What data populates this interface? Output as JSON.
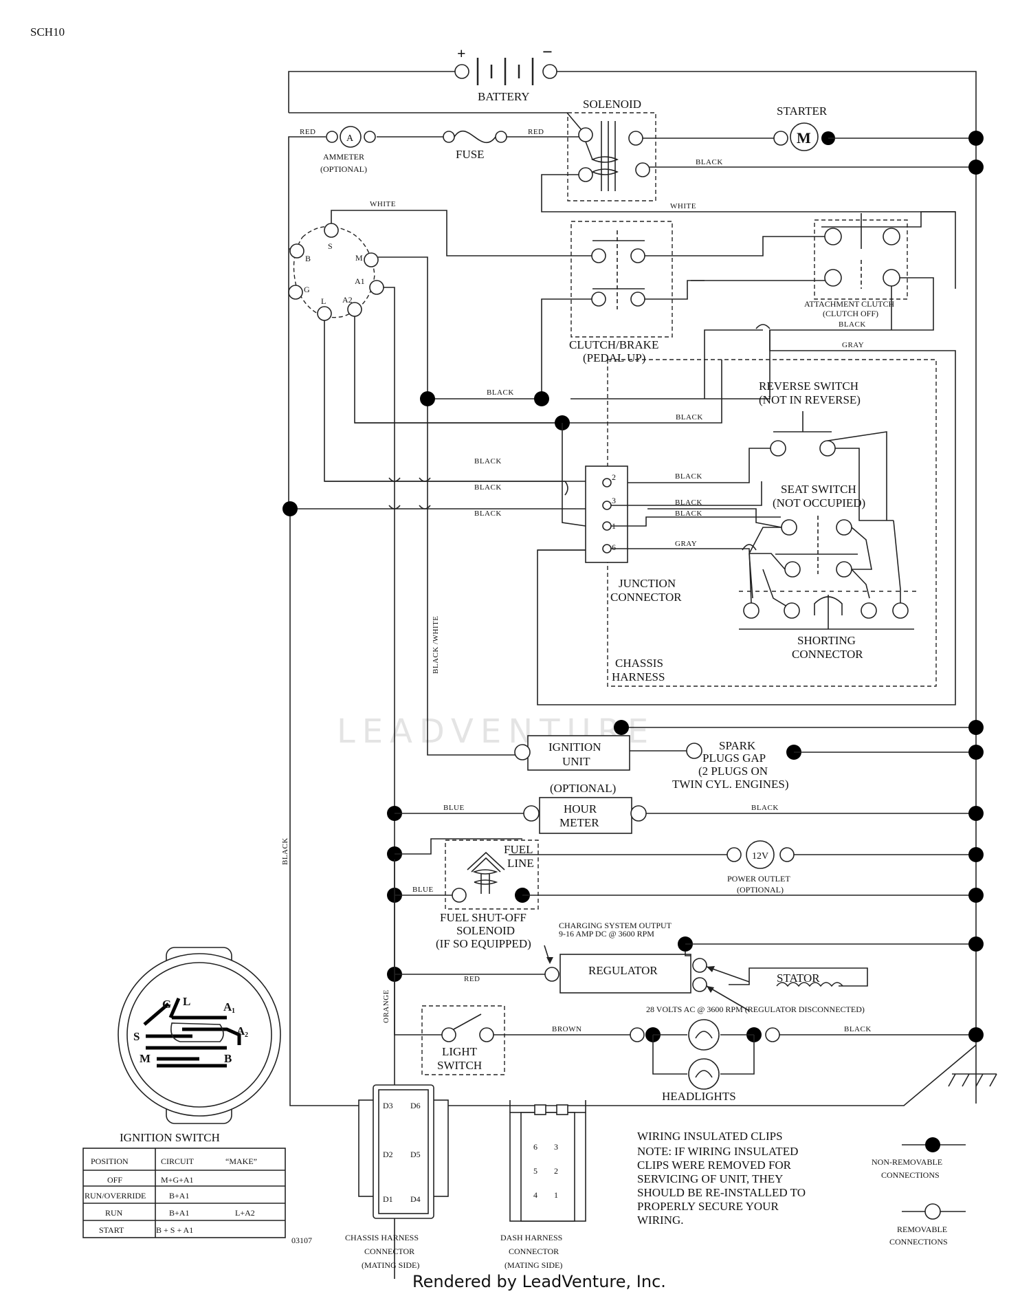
{
  "page_code": "SCH10",
  "components": {
    "battery": "BATTERY",
    "battery_plus": "+",
    "battery_minus": "−",
    "solenoid": "SOLENOID",
    "starter": "STARTER",
    "starter_symbol": "M",
    "ammeter_l1": "AMMETER",
    "ammeter_l2": "(OPTIONAL)",
    "ammeter_symbol": "A",
    "fuse": "FUSE",
    "attach_l1": "ATTACHMENT CLUTCH",
    "attach_l2": "(CLUTCH OFF)",
    "clutch_l1": "CLUTCH/BRAKE",
    "clutch_l2": "(PEDAL UP)",
    "reverse_l1": "REVERSE SWITCH",
    "reverse_l2": "(NOT IN REVERSE)",
    "seat_l1": "SEAT SWITCH",
    "seat_l2": "(NOT OCCUPIED)",
    "junction_l1": "JUNCTION",
    "junction_l2": "CONNECTOR",
    "shorting_l1": "SHORTING",
    "shorting_l2": "CONNECTOR",
    "chassis_l1": "CHASSIS",
    "chassis_l2": "HARNESS",
    "ignition_l1": "IGNITION",
    "ignition_l2": "UNIT",
    "spark_l1": "SPARK",
    "spark_l2": "PLUGS GAP",
    "spark_l3": "(2 PLUGS ON",
    "spark_l4": "TWIN CYL. ENGINES)",
    "hour_opt": "(OPTIONAL)",
    "hour_l1": "HOUR",
    "hour_l2": "METER",
    "fuel_line_l1": "FUEL",
    "fuel_line_l2": "LINE",
    "outlet_symbol": "12V",
    "outlet_l1": "POWER OUTLET",
    "outlet_l2": "(OPTIONAL)",
    "fuel_sol_l1": "FUEL SHUT-OFF",
    "fuel_sol_l2": "SOLENOID",
    "fuel_sol_l3": "(IF SO EQUIPPED)",
    "charging_l1": "CHARGING SYSTEM OUTPUT",
    "charging_l2": "9-16 AMP DC @ 3600 RPM",
    "regulator": "REGULATOR",
    "stator": "STATOR",
    "ac_note": "28 VOLTS AC @ 3600 RPM (REGULATOR DISCONNECTED)",
    "light_l1": "LIGHT",
    "light_l2": "SWITCH",
    "headlights": "HEADLIGHTS"
  },
  "ignition_terminals": {
    "b": "B",
    "s": "S",
    "m": "M",
    "a1": "A1",
    "g": "G",
    "l": "L",
    "a2": "A2"
  },
  "junction_pins": {
    "p2": "2",
    "p3": "3",
    "p1": "1",
    "p6": "6"
  },
  "wires": {
    "red1": "RED",
    "red2": "RED",
    "red3": "RED",
    "white1": "WHITE",
    "white2": "WHITE",
    "black_sol": "BLACK",
    "black_att": "BLACK",
    "black_cb": "BLACK",
    "black_h1": "BLACK",
    "black_h2": "BLACK",
    "black_h3": "BLACK",
    "black_h4": "BLACK",
    "black_j2": "BLACK",
    "black_j3": "BLACK",
    "black_j1": "BLACK",
    "black_hour": "BLACK",
    "black_head": "BLACK",
    "black_vert": "BLACK",
    "gray_att": "GRAY",
    "gray_j6": "GRAY",
    "blue_hour": "BLUE",
    "blue_fuel": "BLUE",
    "brown": "BROWN",
    "orange": "ORANGE",
    "black_white": "BLACK /WHITE"
  },
  "ignition_switch": {
    "title": "IGNITION SWITCH",
    "face_labels": {
      "g": "G",
      "l": "L",
      "a1": "A",
      "a1_sub": "1",
      "s": "S",
      "a2": "A",
      "a2_sub": "2",
      "m": "M",
      "b": "B"
    },
    "headers": [
      "POSITION",
      "CIRCUIT",
      "“MAKE”"
    ],
    "rows": [
      {
        "position": "OFF",
        "circuit": "M+G+A1",
        "extra": ""
      },
      {
        "position": "RUN/OVERRIDE",
        "circuit": "B+A1",
        "extra": ""
      },
      {
        "position": "RUN",
        "circuit": "B+A1",
        "extra": "L+A2"
      },
      {
        "position": "START",
        "circuit": "B + S + A1",
        "extra": ""
      }
    ]
  },
  "part_code": "03107",
  "chassis_connector": {
    "pins": [
      "D3",
      "D6",
      "D2",
      "D5",
      "D1",
      "D4"
    ],
    "l1": "CHASSIS HARNESS",
    "l2": "CONNECTOR",
    "l3": "(MATING SIDE)"
  },
  "dash_connector": {
    "pins": [
      "6",
      "3",
      "5",
      "2",
      "4",
      "1"
    ],
    "l1": "DASH HARNESS",
    "l2": "CONNECTOR",
    "l3": "(MATING SIDE)"
  },
  "note": {
    "title": "WIRING INSULATED CLIPS",
    "lines": [
      "NOTE:  IF WIRING INSULATED",
      "CLIPS WERE REMOVED FOR",
      "SERVICING OF UNIT, THEY",
      "SHOULD BE RE-INSTALLED TO",
      "PROPERLY SECURE YOUR",
      " WIRING."
    ]
  },
  "legend": {
    "nonremovable_l1": "NON-REMOVABLE",
    "nonremovable_l2": "CONNECTIONS",
    "removable_l1": "REMOVABLE",
    "removable_l2": "CONNECTIONS"
  },
  "footer": "Rendered by LeadVenture, Inc.",
  "watermark": "LEADVENTURE"
}
